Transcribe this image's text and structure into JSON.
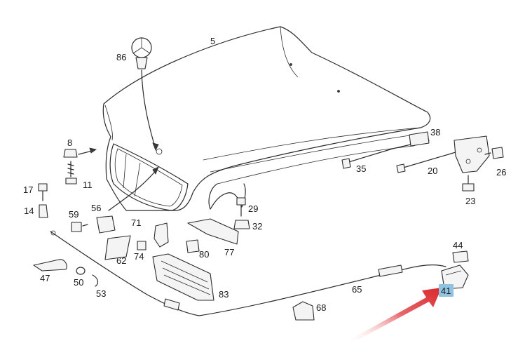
{
  "callouts": {
    "p5": "5",
    "p86": "86",
    "p8": "8",
    "p11": "11",
    "p17": "17",
    "p14": "14",
    "p59": "59",
    "p56": "56",
    "p71": "71",
    "p74": "74",
    "p62": "62",
    "p47": "47",
    "p50": "50",
    "p53": "53",
    "p80": "80",
    "p77": "77",
    "p83": "83",
    "p29": "29",
    "p32": "32",
    "p35": "35",
    "p38": "38",
    "p20": "20",
    "p26": "26",
    "p23": "23",
    "p44": "44",
    "p41": "41",
    "p65": "65",
    "p68": "68"
  },
  "highlight": {
    "callout": "41",
    "fill": "#8fc3df",
    "arrow_color": "#d9262b"
  }
}
